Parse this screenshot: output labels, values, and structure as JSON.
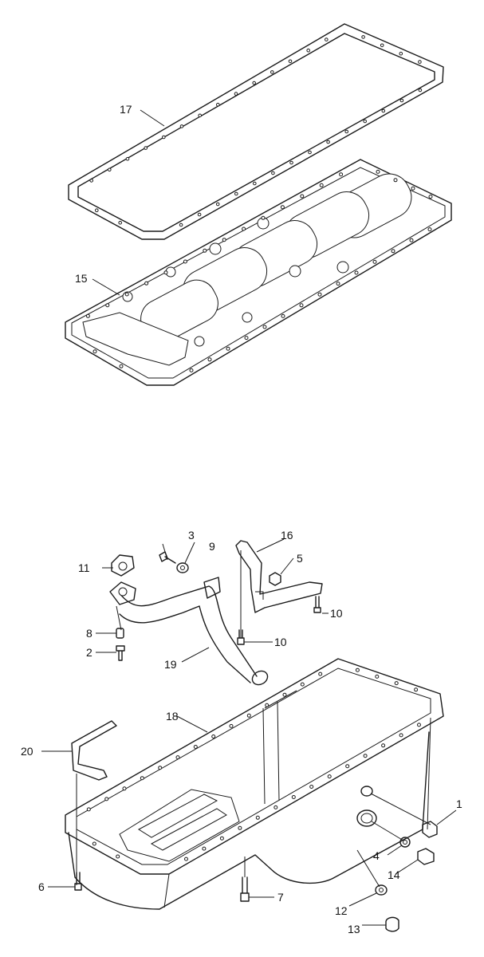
{
  "labels": {
    "p1": "1",
    "p2": "2",
    "p3": "3",
    "p4": "4",
    "p5": "5",
    "p6": "6",
    "p7": "7",
    "p8": "8",
    "p9": "9",
    "p10a": "10",
    "p10b": "10",
    "p11": "11",
    "p12": "12",
    "p13": "13",
    "p14": "14",
    "p15": "15",
    "p16": "16",
    "p17": "17",
    "p18": "18",
    "p19": "19",
    "p20": "20"
  }
}
